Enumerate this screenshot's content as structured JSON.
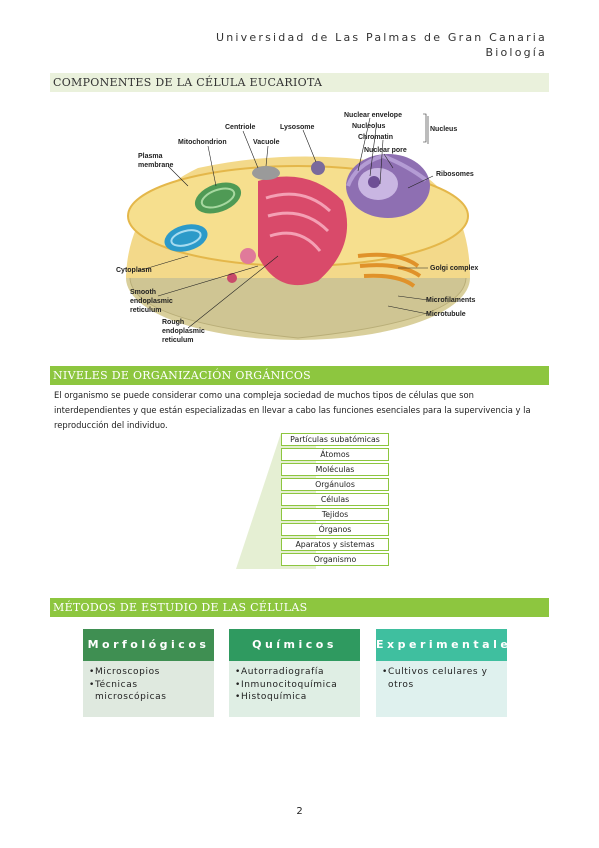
{
  "header": {
    "university": "Universidad de Las Palmas de Gran Canaria",
    "subject": "Biología"
  },
  "section1": {
    "title": "COMPONENTES DE LA CÉLULA EUCARIOTA",
    "labels": {
      "centriole": "Centriole",
      "lysosome": "Lysosome",
      "mitochondrion": "Mitochondrion",
      "vacuole": "Vacuole",
      "plasma_membrane": "Plasma membrane",
      "cytoplasm": "Cytoplasm",
      "smooth_er": "Smooth endoplasmic reticulum",
      "rough_er": "Rough endoplasmic reticulum",
      "nuclear_envelope": "Nuclear envelope",
      "nucleolus": "Nucleolus",
      "chromatin": "Chromatin",
      "nuclear_pore": "Nuclear pore",
      "nucleus": "Nucleus",
      "ribosomes": "Ribosomes",
      "golgi": "Golgi complex",
      "microfilaments": "Microfilaments",
      "microtubule": "Microtubule"
    }
  },
  "section2": {
    "title": "NIVELES DE ORGANIZACIÓN ORGÁNICOS",
    "intro": "El organismo se puede considerar como una compleja sociedad de muchos tipos de células que son interdependientes y que están especializadas en llevar a cabo las funciones esenciales para la supervivencia y la reproducción del individuo.",
    "levels": [
      "Partículas subatómicas",
      "Átomos",
      "Moléculas",
      "Orgánulos",
      "Células",
      "Tejidos",
      "Órganos",
      "Aparatos y sistemas",
      "Organismo"
    ]
  },
  "section3": {
    "title": "MÉTODOS DE ESTUDIO DE LAS CÉLULAS",
    "methods": [
      {
        "title": "Morfológicos",
        "items": [
          "Microscopios",
          "Técnicas microscópicas"
        ]
      },
      {
        "title": "Químicos",
        "items": [
          "Autorradiografía",
          "Inmunocitoquímica",
          "Histoquímica"
        ]
      },
      {
        "title": "Experimentales",
        "items": [
          "Cultivos celulares y otros"
        ]
      }
    ]
  },
  "page_number": "2",
  "colors": {
    "accent_green": "#8dc63f",
    "pale_green": "#eaf1dc"
  }
}
